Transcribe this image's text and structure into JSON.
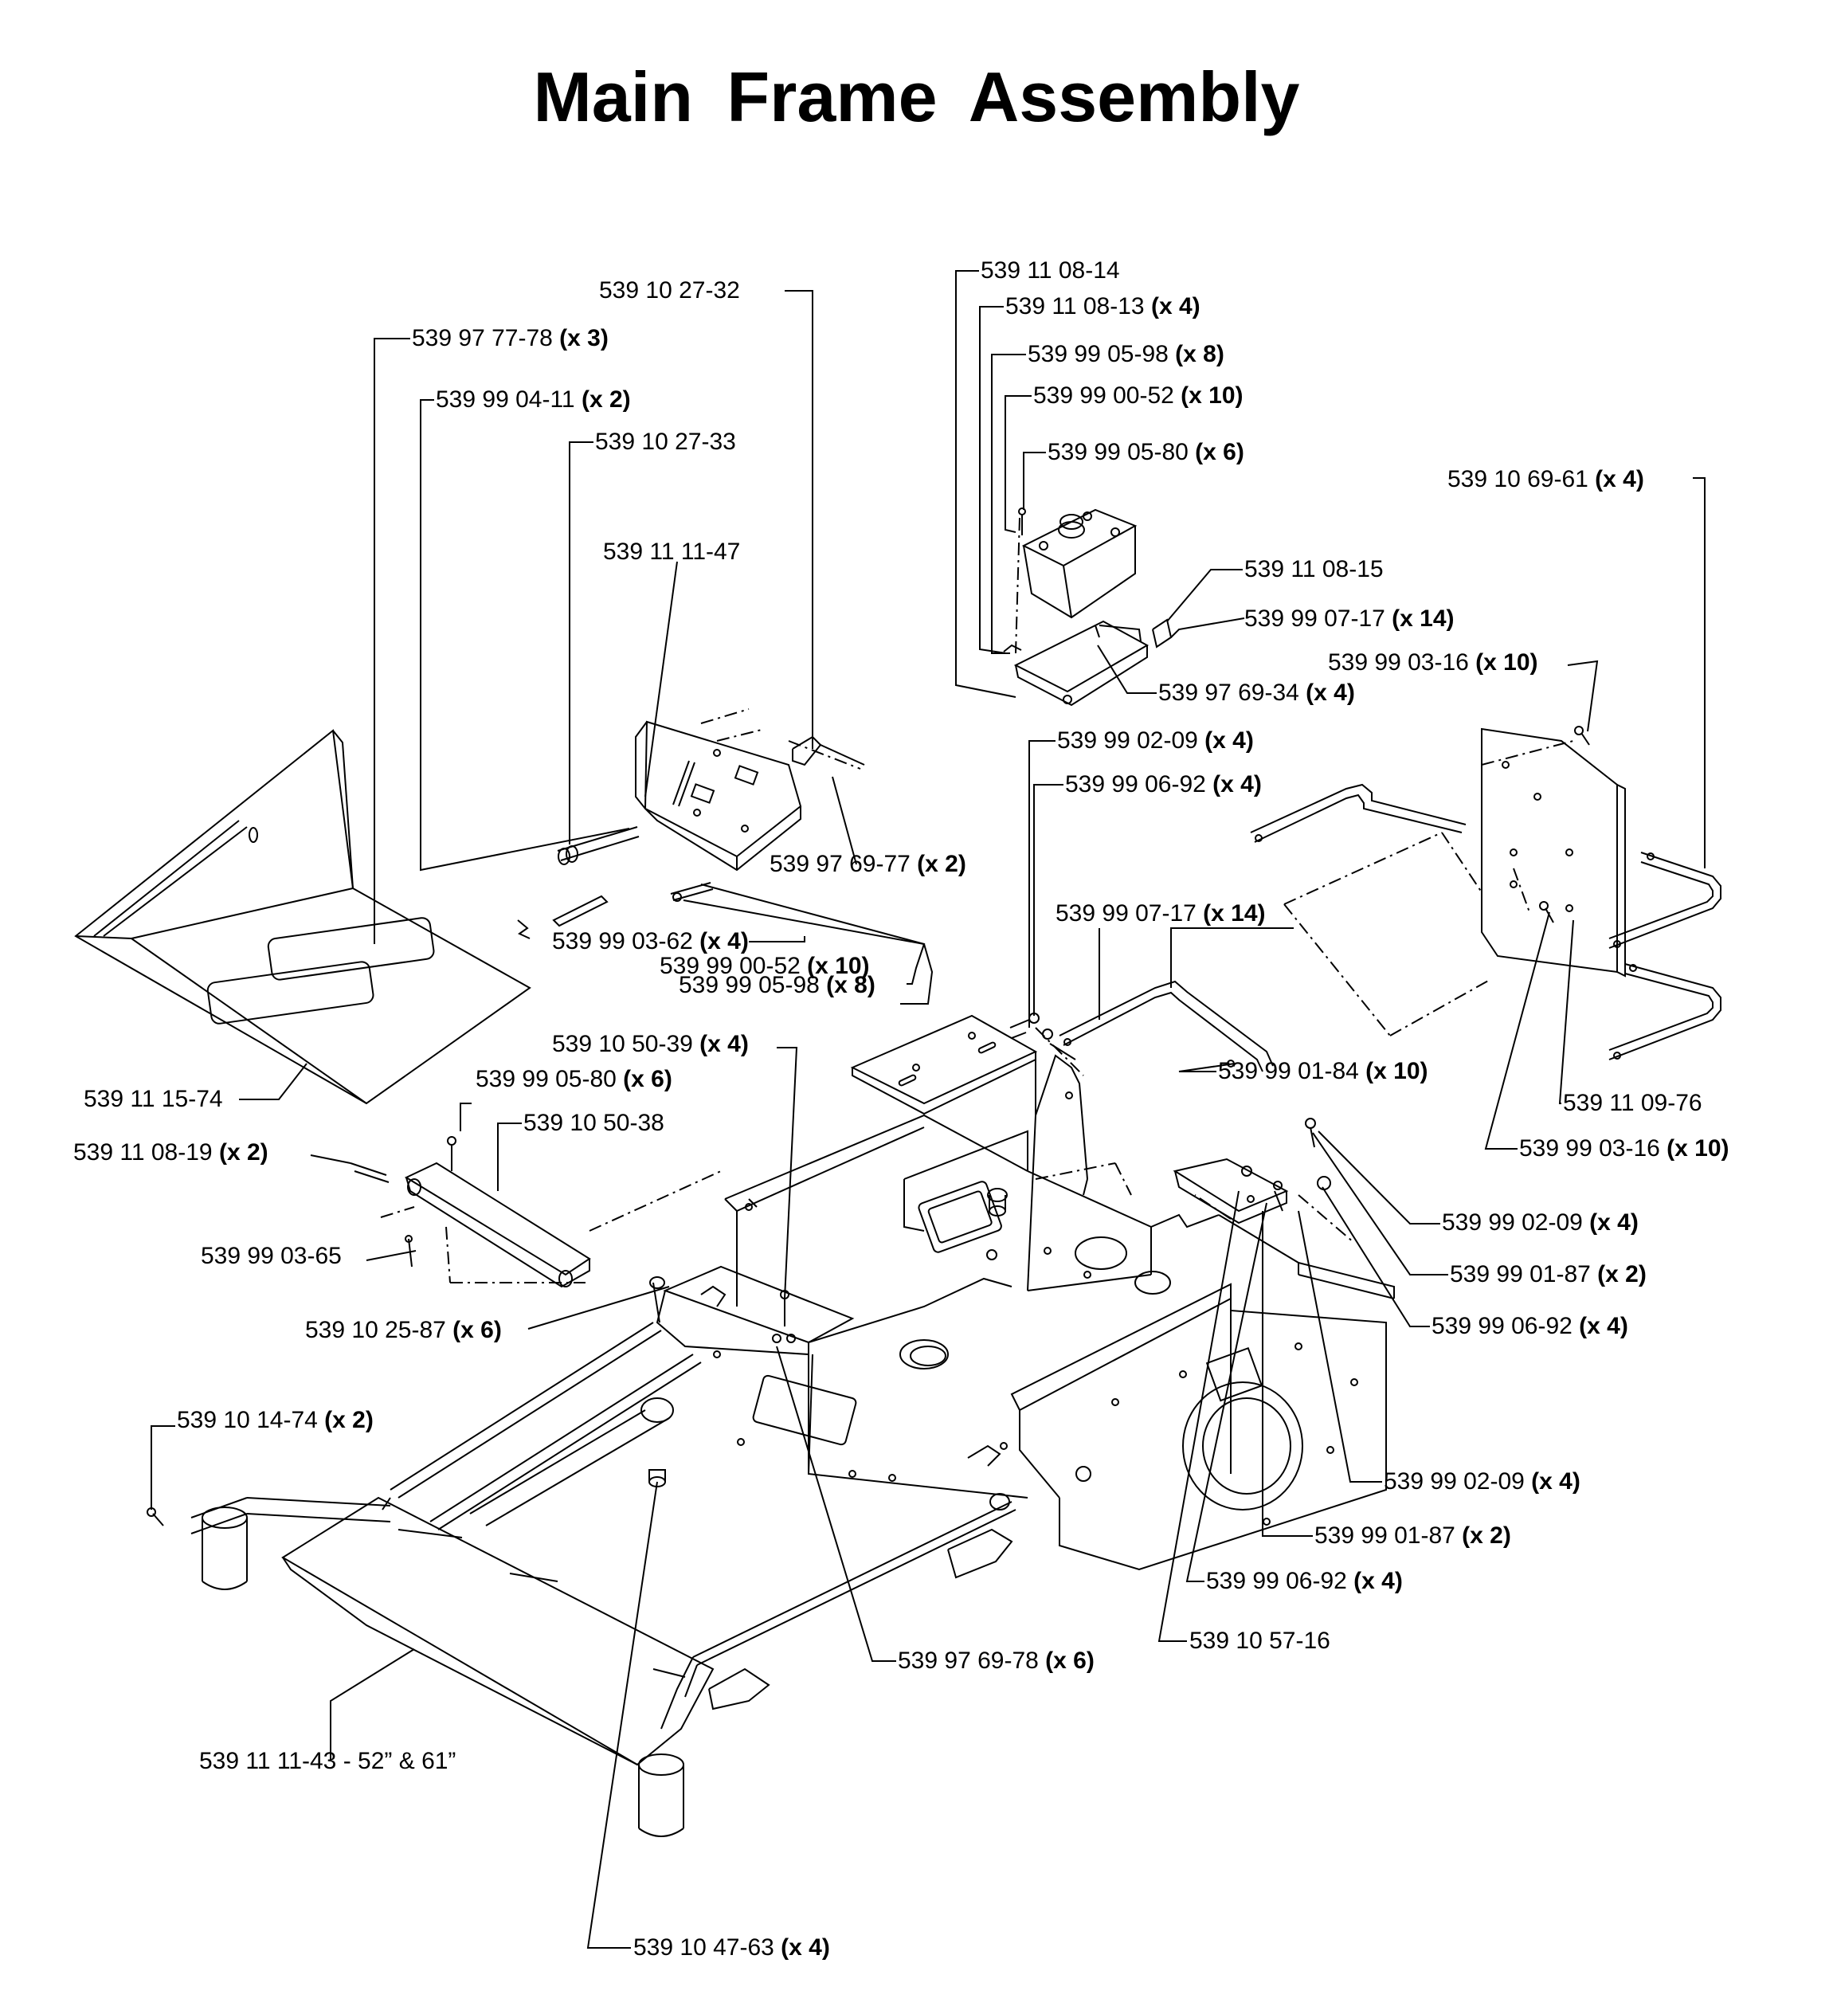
{
  "title": "Main Frame Assembly",
  "callouts": [
    {
      "part": "539 10 27-32",
      "qty": ""
    },
    {
      "part": "539 97 77-78",
      "qty": "(x 3)"
    },
    {
      "part": "539 99 04-11",
      "qty": "(x 2)"
    },
    {
      "part": "539 10 27-33",
      "qty": ""
    },
    {
      "part": "539 11 11-47",
      "qty": ""
    },
    {
      "part": "539 97 69-77",
      "qty": "(x 2)"
    },
    {
      "part": "539 99 03-62",
      "qty": "(x 4)"
    },
    {
      "part": "539 99 00-52",
      "qty": "(x 10)"
    },
    {
      "part": "539 99 05-98",
      "qty": "(x 8)"
    },
    {
      "part": "539 11 15-74",
      "qty": ""
    },
    {
      "part": "539 10 50-39",
      "qty": "(x 4)"
    },
    {
      "part": "539 99 05-80",
      "qty": "(x 6)"
    },
    {
      "part": "539 10 50-38",
      "qty": ""
    },
    {
      "part": "539 11 08-19",
      "qty": "(x 2)"
    },
    {
      "part": "539 99 03-65",
      "qty": ""
    },
    {
      "part": "539 10 25-87",
      "qty": "(x 6)"
    },
    {
      "part": "539 10 14-74",
      "qty": "(x 2)"
    },
    {
      "part": "539 11 11-43 - 52” & 61”",
      "qty": ""
    },
    {
      "part": "539 10 47-63",
      "qty": "(x 4)"
    },
    {
      "part": "539 97 69-78",
      "qty": "(x 6)"
    },
    {
      "part": "539 10 57-16",
      "qty": ""
    },
    {
      "part": "539 99 06-92",
      "qty": "(x 4)"
    },
    {
      "part": "539 99 01-87",
      "qty": "(x 2)"
    },
    {
      "part": "539 99 02-09",
      "qty": "(x 4)"
    },
    {
      "part": "539 99 06-92",
      "qty": "(x 4)"
    },
    {
      "part": "539 99 01-87",
      "qty": "(x 2)"
    },
    {
      "part": "539 99 02-09",
      "qty": "(x 4)"
    },
    {
      "part": "539 99 03-16",
      "qty": "(x 10)"
    },
    {
      "part": "539 11 09-76",
      "qty": ""
    },
    {
      "part": "539 99 01-84",
      "qty": "(x 10)"
    },
    {
      "part": "539 99 07-17",
      "qty": "(x 14)"
    },
    {
      "part": "539 99 06-92",
      "qty": "(x 4)"
    },
    {
      "part": "539 99 02-09",
      "qty": "(x 4)"
    },
    {
      "part": "539 99 03-16",
      "qty": "(x 10)"
    },
    {
      "part": "539 10 69-61",
      "qty": "(x 4)"
    },
    {
      "part": "539 99 07-17",
      "qty": "(x 14)"
    },
    {
      "part": "539 11 08-15",
      "qty": ""
    },
    {
      "part": "539 97 69-34",
      "qty": "(x 4)"
    },
    {
      "part": "539 11 08-14",
      "qty": ""
    },
    {
      "part": "539 11 08-13",
      "qty": "(x 4)"
    },
    {
      "part": "539 99 05-98",
      "qty": "(x 8)"
    },
    {
      "part": "539 99 00-52",
      "qty": "(x 10)"
    },
    {
      "part": "539 99 05-80",
      "qty": "(x 6)"
    }
  ]
}
